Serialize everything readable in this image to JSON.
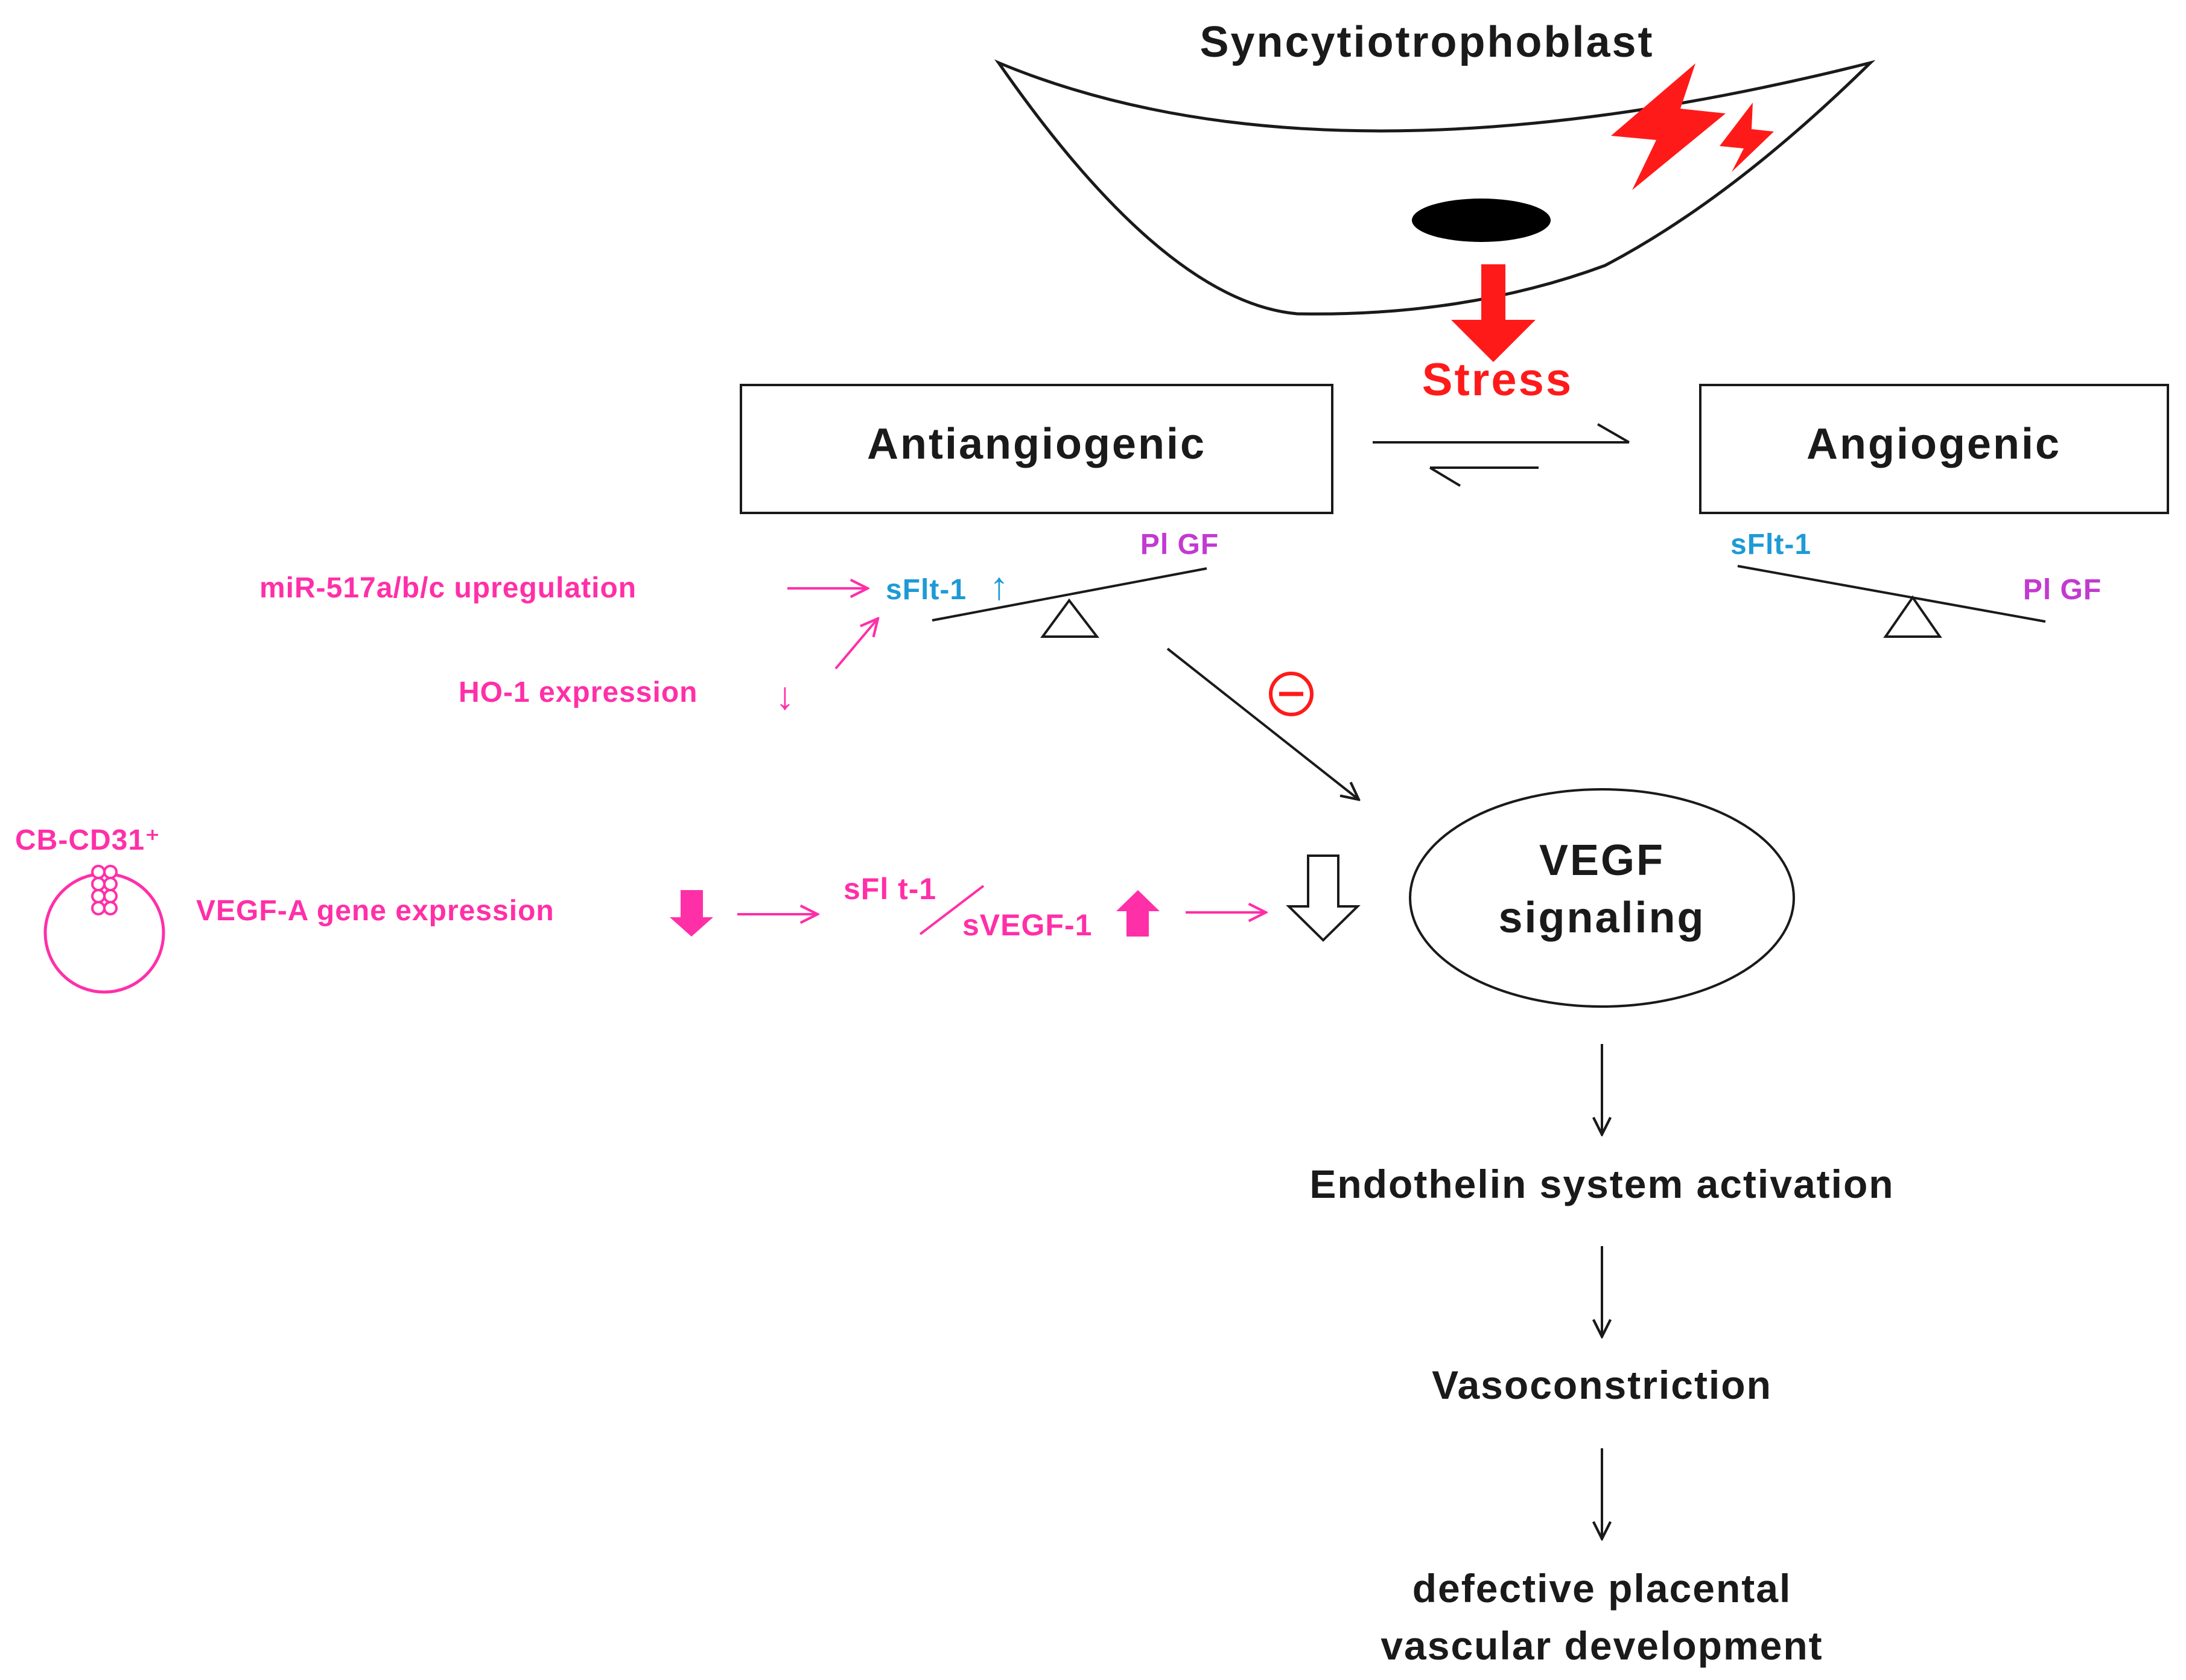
{
  "colors": {
    "stress_red": "#ff1a1a",
    "magenta": "#ff2fa8",
    "blue": "#1e9ad6",
    "purple": "#c23ad0",
    "ink": "#1a1a1a"
  },
  "icons": [
    "lightning-bolt-icon",
    "nucleus-icon",
    "stress-arrow-icon",
    "balance-scale-icon",
    "inhibition-minus-icon",
    "cell-icon",
    "hollow-down-arrow-icon"
  ],
  "cell": {
    "label": "Syncytiotrophoblast"
  },
  "stress": {
    "label": "Stress"
  },
  "boxes": {
    "antiangiogenic": "Antiangiogenic",
    "angiogenic": "Angiogenic"
  },
  "balance_left": {
    "plgf": "Pl GF",
    "sflt": "sFlt-1",
    "up_arrow": "↑"
  },
  "balance_right": {
    "sflt": "sFlt-1",
    "plgf": "Pl GF"
  },
  "regulators": {
    "mir": "miR-517a/b/c upregulation",
    "ho1": "HO-1 expression",
    "ho1_arrow": "↓"
  },
  "inhibition": {
    "symbol": "−"
  },
  "cb": {
    "label": "CB-CD31⁺",
    "vegfa": "VEGF-A gene expression",
    "ratio_top": "sFl t-1",
    "ratio_bottom": "sVEGF-1"
  },
  "vegf": {
    "line1": "VEGF",
    "line2": "signaling"
  },
  "cascade": {
    "step1": "Endothelin system activation",
    "step2": "Vasoconstriction",
    "step3_line1": "defective placental",
    "step3_line2": "vascular development"
  }
}
